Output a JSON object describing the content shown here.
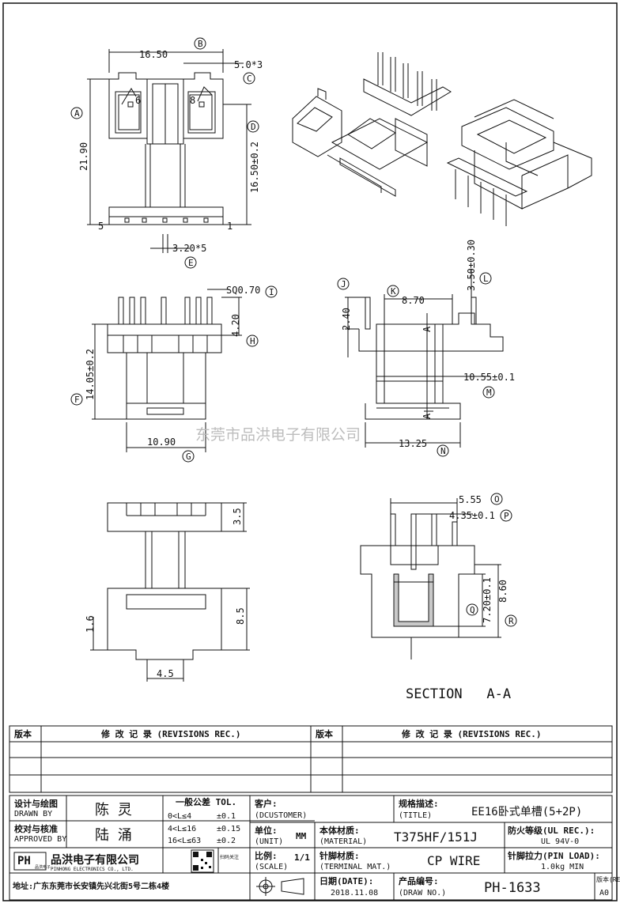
{
  "watermark": "东莞市品洪电子有限公司",
  "views": {
    "top": {
      "dims": {
        "width": "16.50",
        "pitch_top": "5.0*3",
        "height": "21.90",
        "height2": "16.50±0.2",
        "pitch_bottom": "3.20*5"
      },
      "callouts": {
        "A": "A",
        "B": "B",
        "C": "C",
        "D": "D",
        "E": "E"
      },
      "pins": {
        "p6": "6",
        "p8": "8",
        "p5": "5",
        "p1": "1"
      }
    },
    "front": {
      "dims": {
        "sq": "SQ0.70",
        "pin_len": "4.20",
        "height": "14.05±0.2",
        "width": "10.90"
      },
      "callouts": {
        "F": "F",
        "G": "G",
        "H": "H",
        "I": "I"
      }
    },
    "side": {
      "dims": {
        "d1": "2.40",
        "d2": "8.70",
        "d3": "3.50±0.30",
        "d4": "10.55±0.1",
        "d5": "13.25"
      },
      "callouts": {
        "J": "J",
        "K": "K",
        "L": "L",
        "M": "M",
        "N": "N"
      },
      "section_marks": {
        "a1": "A",
        "a2": "A"
      }
    },
    "bottom": {
      "dims": {
        "d1": "3.5",
        "d2": "8.5",
        "d3": "1.6",
        "d4": "4.5"
      }
    },
    "section": {
      "dims": {
        "d1": "5.55",
        "d2": "4.35±0.1",
        "d3": "7.20±0.1",
        "d4": "8.60"
      },
      "callouts": {
        "O": "O",
        "P": "P",
        "Q": "Q",
        "R": "R"
      },
      "title": "SECTION   A-A"
    }
  },
  "title_block": {
    "rev_label_1": "版本",
    "rev_rec_1": "修 改 记 录 (REVISIONS REC.)",
    "rev_label_2": "版本",
    "rev_rec_2": "修 改 记 录 (REVISIONS REC.)",
    "drawn_by_label_cn": "设计与绘图",
    "drawn_by_label_en": "DRAWN BY",
    "drawn_by": "陈 灵",
    "approved_label_cn": "校对与核准",
    "approved_label_en": "APPROVED BY",
    "approved_by": "陆 涌",
    "tol_title": "一般公差 TOL.",
    "tol_rows": [
      {
        "range": "0<L≤4",
        "value": "±0.1"
      },
      {
        "range": "4<L≤16",
        "value": "±0.15"
      },
      {
        "range": "16<L≤63",
        "value": "±0.2"
      }
    ],
    "customer_label": "客户:",
    "customer_en": "(DCUSTOMER)",
    "spec_label": "规格描述:",
    "spec_en": "(TITLE)",
    "spec_value": "EE16卧式单槽(5+2P)",
    "unit_label": "单位:",
    "unit_en": "(UNIT)",
    "unit_value": "MM",
    "material_label": "本体材质:",
    "material_en": "(MATERIAL)",
    "material_value": "T375HF/151J",
    "fire_label": "防火等级(UL REC.):",
    "fire_value": "UL 94V-0",
    "scale_label": "比例:",
    "scale_en": "(SCALE)",
    "scale_value": "1/1",
    "terminal_label": "针脚材质:",
    "terminal_en": "(TERMINAL MAT.)",
    "terminal_value": "CP WIRE",
    "pinload_label": "针脚拉力(PIN LOAD):",
    "pinload_value": "1.0kg MIN",
    "date_label": "日期(DATE):",
    "date_value": "2018.11.08",
    "drawno_label": "产品编号:",
    "drawno_en": "(DRAW NO.)",
    "drawno_value": "PH-1633",
    "rev_label": "版本(REV):",
    "rev_value": "A0",
    "company_cn": "品洪电子有限公司",
    "company_en": "PINHONG ELECTRONICS CO., LTD.",
    "logo_text": "PH",
    "logo_sub": "品洪电子",
    "qr_caption": "扫码关注",
    "address": "地址:广东东莞市长安镇先兴北街5号二栋4楼"
  }
}
